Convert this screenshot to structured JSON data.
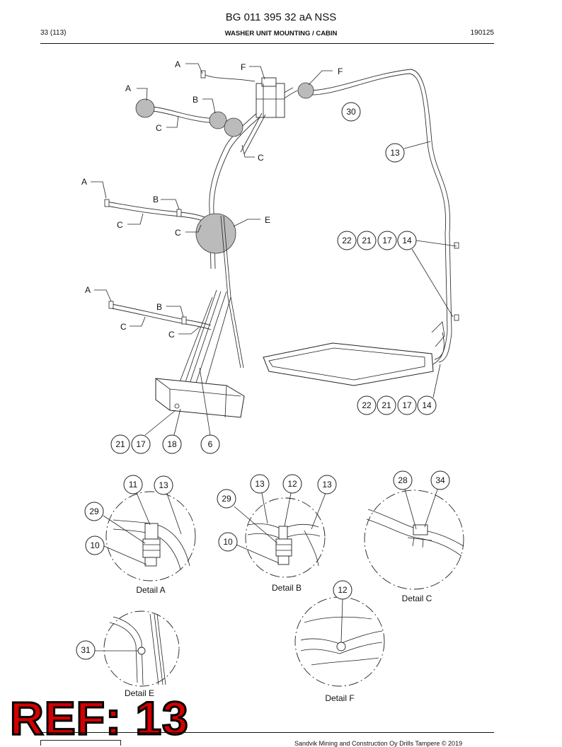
{
  "header": {
    "doc_number": "BG 011 395 32 aA NSS",
    "page": "33 (113)",
    "section_title": "WASHER UNIT MOUNTING / CABIN",
    "date_code": "190125"
  },
  "callouts": {
    "c30": "30",
    "c13": "13",
    "c22a": "22",
    "c21a": "21",
    "c17a": "17",
    "c14a": "14",
    "c22b": "22",
    "c21b": "21",
    "c17b": "17",
    "c14b": "14",
    "c21c": "21",
    "c17c": "17",
    "c18": "18",
    "c6": "6",
    "dA11": "11",
    "dA13": "13",
    "dA29": "29",
    "dA10": "10",
    "dB13a": "13",
    "dB12": "12",
    "dB13b": "13",
    "dB29": "29",
    "dB10": "10",
    "dC28": "28",
    "dC34": "34",
    "dE31": "31",
    "dF12": "12"
  },
  "letters": {
    "a1": "A",
    "a2": "A",
    "a3": "A",
    "a4": "A",
    "b1": "B",
    "b2": "B",
    "b3": "B",
    "cc1": "C",
    "cc2": "C",
    "cc3": "C",
    "cc4": "C",
    "cc5": "C",
    "cc6": "C",
    "e1": "E",
    "f1": "F",
    "f2": "F"
  },
  "details": {
    "a": "Detail A",
    "b": "Detail B",
    "c": "Detail C",
    "e": "Detail E",
    "f": "Detail F"
  },
  "ref_stamp": "REF: 13",
  "footer": "Sandvik Mining and Construction Oy Drills Tampere © 2019"
}
